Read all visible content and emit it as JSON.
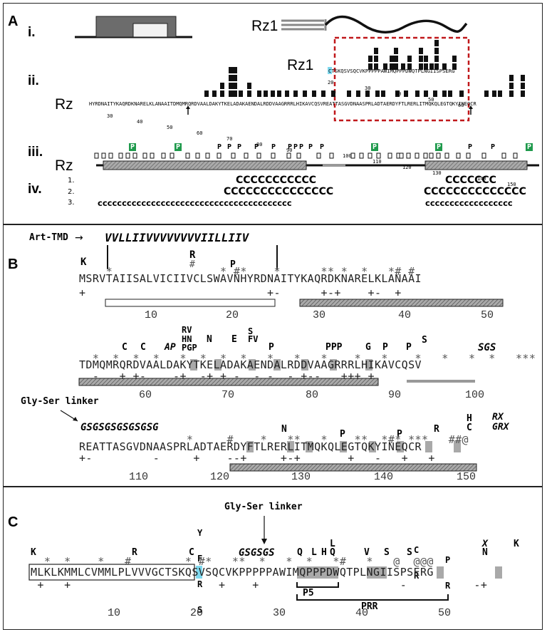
{
  "panelA": {
    "label": "A",
    "rows": [
      "i.",
      "ii.",
      "iii.",
      "iv."
    ],
    "rz_gene": "Rz",
    "rz1_gene": "Rz1",
    "rz1_label": "Rz1",
    "rz1_label2": "Rz1",
    "rz_label": "Rz",
    "rz_label2": "Rz",
    "rz1_seq": "CTSKQSVSQCVKPPPPPAWIMQPPPDWQTPLNGIISPSERG",
    "rz1_nums": [
      "20",
      "30",
      "40",
      "50",
      "60"
    ],
    "rz_seq": "HYRDNAITYKAQRDKNARELKLANAAITDMQMRQRDVAALDAKYTKELADAKAENDALRDDVAAGRRRLHIKAVCQSVREATTASGVDNAASPRLADTAERDYFTLRERLITMQKQLEGTQKYINEQCR",
    "rz_nums": [
      "30",
      "40",
      "50",
      "60",
      "70",
      "80",
      "90",
      "100",
      "110",
      "120",
      "130",
      "140",
      "150"
    ],
    "p_marker": "P",
    "cc_lines": [
      {
        "index": "1.",
        "a": "CCCCCCCCCCC",
        "b": "CCCCCCC"
      },
      {
        "index": "2.",
        "a": "CCCCCCCCCCCCCCC",
        "b": "CCCCCCCCCCCCCC"
      },
      {
        "index": "3.",
        "a": "cccccccccccccccccccccccccccccccccccccccc",
        "b": "cccccccccccccccccc"
      }
    ]
  },
  "panelB": {
    "label": "B",
    "art_tmd_label": "Art-TMD",
    "art_tmd_seq": "VVLLIIVVVVVVVVIILLIIV",
    "gly_ser_label": "Gly-Ser linker",
    "gly_ser_seq": "GSGSGSGSGSGSG",
    "row1": {
      "seq": "MSRVTAIISALVICIIVCLSWAVNHYRDNAITYKAQRDKNARELKLANAAI",
      "stars": "    *                * #*    *      ** *  *   *# #",
      "mut_top": "K      R    P       ",
      "nums": [
        "10",
        "20",
        "30",
        "40",
        "50"
      ],
      "mut_r": "R",
      "mut_hash": "#",
      "mut_k": "K",
      "mut_p": "P",
      "charges": "+                           +-      +-+    +-  +"
    },
    "row2": {
      "seq": "TDMQMRQRDVAALDAKYTKELADAKAENDALRDDVAAGRRRLHIKAVCQSV",
      "charges": "  -   + +-    -+  -+ + -  - -  - +--   +++ +",
      "nums": [
        "60",
        "70",
        "80",
        "90",
        "100"
      ],
      "sgs": "SGS",
      "mut_rv": "RV",
      "mut_hn": "HN",
      "mut_pgp": "PGP",
      "mut_n": "N",
      "mut_e": "E",
      "mut_s": "S",
      "mut_fv": "FV",
      "mut_c": "C",
      "mut_c2": "C",
      "mut_ap": "AP",
      "mut_p1": "P",
      "mut_ppp": "PPP",
      "mut_g": "G",
      "mut_p2": "P",
      "mut_p3": "P",
      "mut_s2": "S"
    },
    "row3": {
      "seq": "REATTASGVDNAASPRLADTAERDYFTLRERLITMQKQLEGTQKYINEQCR",
      "charges": "+-         -     +    --+     +-+       +   -   +   +",
      "nums": [
        "110",
        "120",
        "130",
        "140",
        "150"
      ],
      "mut_n": "N",
      "mut_p": "P",
      "mut_p2": "P",
      "mut_r": "R",
      "mut_h": "H",
      "mut_c": "C",
      "mut_rx": "RX",
      "mut_grx": "GRX"
    }
  },
  "panelC": {
    "label": "C",
    "gly_ser_label": "Gly-Ser linker",
    "gly_ser_seq": "GSGSGS",
    "seq": "MLKLKMMLCVMMLPLVVVGCTSKQSVSQCVKPPPPPAWIMQPPPDWQTPLNGIISPSERG",
    "nums": [
      "10",
      "20",
      "30",
      "40",
      "50"
    ],
    "mut_k": "K",
    "mut_r": "R",
    "mut_c": "C",
    "mut_yfrs": [
      "Y",
      "F",
      "R",
      "S"
    ],
    "mut_q": "Q",
    "mut_l": "L",
    "mut_h": "H",
    "mut_q2": "Q",
    "mut_l2": "L",
    "mut_v": "V",
    "mut_s": "S",
    "mut_s2": "S",
    "mut_cr": [
      "C",
      "R"
    ],
    "mut_pr": [
      "P",
      "R"
    ],
    "mut_x": "X",
    "mut_n": "N",
    "mut_k2": "K",
    "p5_label": "P5",
    "prr_label": "PRR"
  },
  "colors": {
    "accent_cyan": "#7fd9ef",
    "green": "#1f9a4c",
    "red_dash": "#c0181b",
    "grey_box": "#a9a9a9",
    "dark_box": "#6c6c6c"
  }
}
